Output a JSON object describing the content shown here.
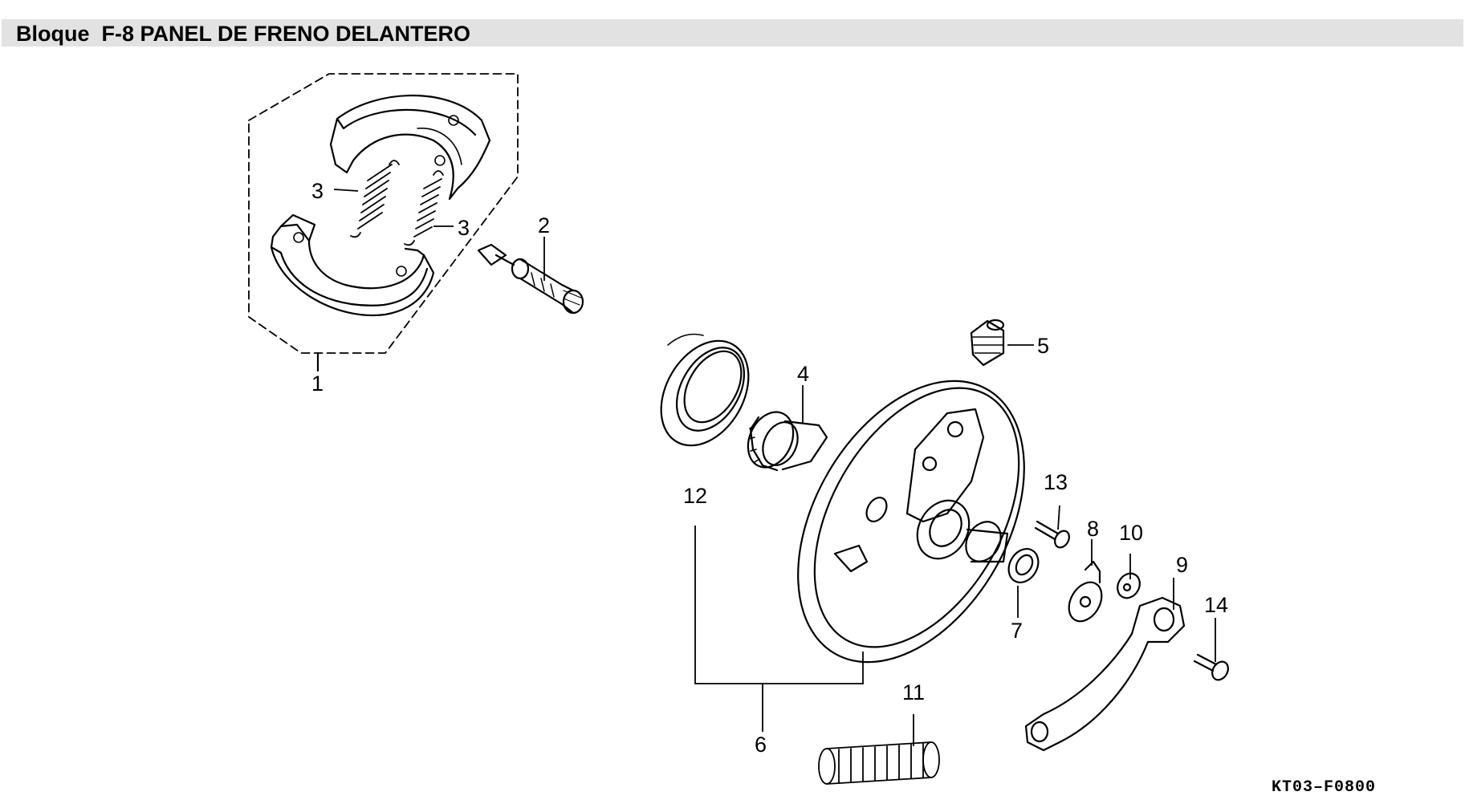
{
  "header": {
    "title": "Bloque  F-8 PANEL DE FRENO DELANTERO"
  },
  "diagram": {
    "reference_code": "KT03–F0800",
    "callouts": [
      {
        "id": "1",
        "label": "1"
      },
      {
        "id": "2",
        "label": "2"
      },
      {
        "id": "3a",
        "label": "3"
      },
      {
        "id": "3b",
        "label": "3"
      },
      {
        "id": "4",
        "label": "4"
      },
      {
        "id": "5",
        "label": "5"
      },
      {
        "id": "6",
        "label": "6"
      },
      {
        "id": "7",
        "label": "7"
      },
      {
        "id": "8",
        "label": "8"
      },
      {
        "id": "9",
        "label": "9"
      },
      {
        "id": "10",
        "label": "10"
      },
      {
        "id": "11",
        "label": "11"
      },
      {
        "id": "12",
        "label": "12"
      },
      {
        "id": "13",
        "label": "13"
      },
      {
        "id": "14",
        "label": "14"
      }
    ]
  },
  "colors": {
    "header_background": "#e2e2e2",
    "line": "#000000",
    "background": "#ffffff"
  }
}
